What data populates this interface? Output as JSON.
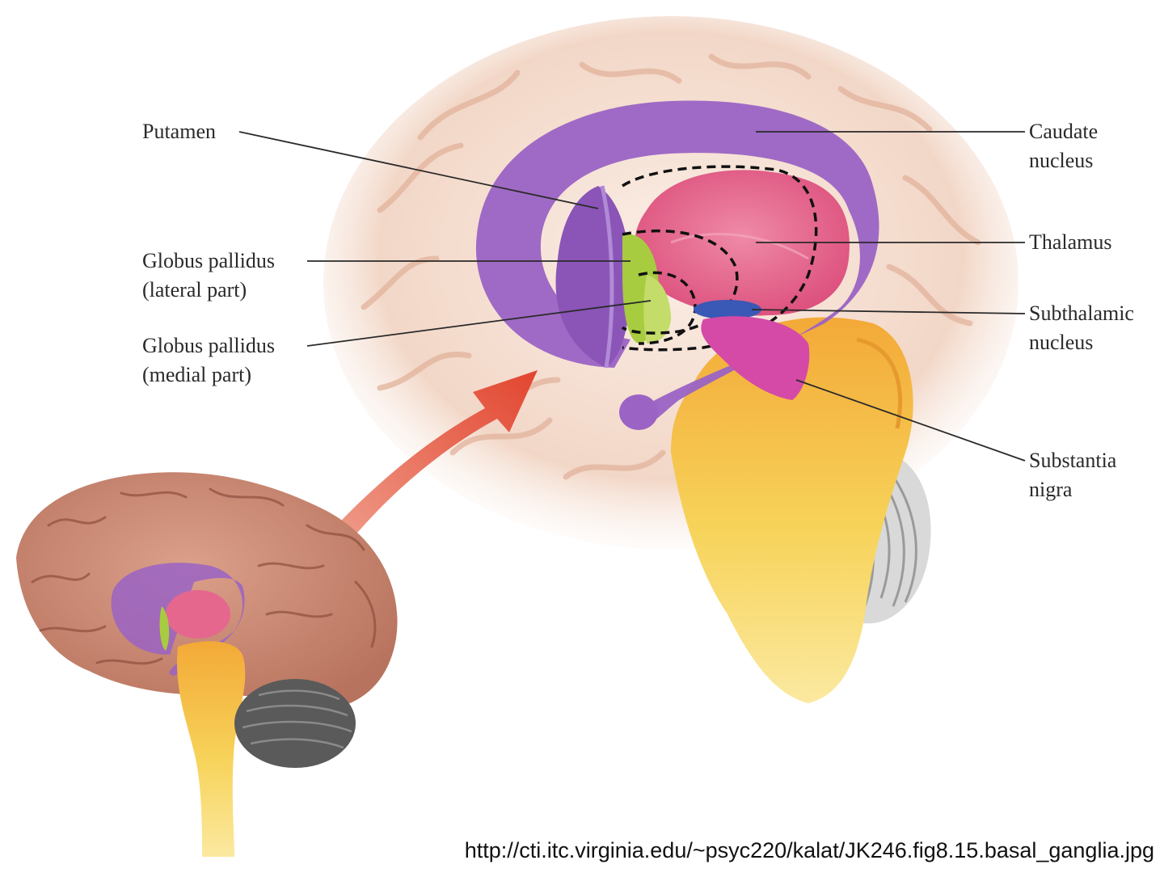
{
  "labels": {
    "putamen": [
      "Putamen"
    ],
    "globus_lateral": [
      "Globus pallidus",
      "(lateral part)"
    ],
    "globus_medial": [
      "Globus pallidus",
      "(medial part)"
    ],
    "caudate": [
      "Caudate",
      "nucleus"
    ],
    "thalamus": [
      "Thalamus"
    ],
    "subthalamic": [
      "Subthalamic",
      "nucleus"
    ],
    "substantia": [
      "Substantia",
      "nigra"
    ]
  },
  "source_url": "http://cti.itc.virginia.edu/~psyc220/kalat/JK246.fig8.15.basal_ganglia.jpg",
  "colors": {
    "cortex": "#f2d7c7",
    "cortex_fold": "#e6bda6",
    "caudate_putamen": "#9a63c4",
    "thalamus": "#e5678e",
    "globus_pallidus": "#a7cc3f",
    "subthalamic": "#3a58b5",
    "substantia_nigra": "#d44aa6",
    "brainstem": "#f3b53a",
    "cerebellum": "#8a8a8a",
    "small_brain": "#c98873",
    "arrow": "#e2452f"
  }
}
